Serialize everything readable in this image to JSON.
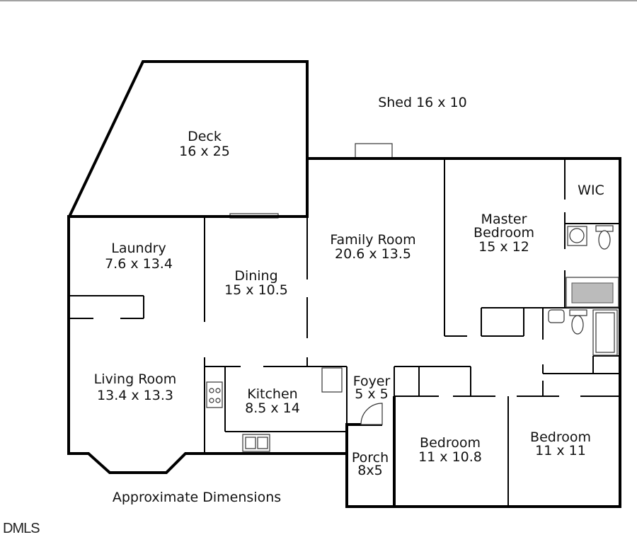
{
  "rooms": {
    "deck": {
      "name": "Deck",
      "size": "16 x 25"
    },
    "shed": {
      "name": "Shed 16 x 10"
    },
    "laundry": {
      "name": "Laundry",
      "size": "7.6 x 13.4"
    },
    "dining": {
      "name": "Dining",
      "size": "15 x 10.5"
    },
    "family_room": {
      "name": "Family Room",
      "size": "20.6 x 13.5"
    },
    "master_bedroom": {
      "name_line1": "Master",
      "name_line2": "Bedroom",
      "size": "15 x 12"
    },
    "wic": {
      "name": "WIC"
    },
    "living_room": {
      "name": "Living Room",
      "size": "13.4 x 13.3"
    },
    "kitchen": {
      "name": "Kitchen",
      "size": "8.5 x 14"
    },
    "foyer": {
      "name": "Foyer",
      "size": "5 x 5"
    },
    "porch": {
      "name": "Porch",
      "size": "8x5"
    },
    "bedroom_1": {
      "name": "Bedroom",
      "size": "11 x 10.8"
    },
    "bedroom_2": {
      "name": "Bedroom",
      "size": "11 x 11"
    }
  },
  "note": "Approximate Dimensions",
  "watermark": "DMLS"
}
